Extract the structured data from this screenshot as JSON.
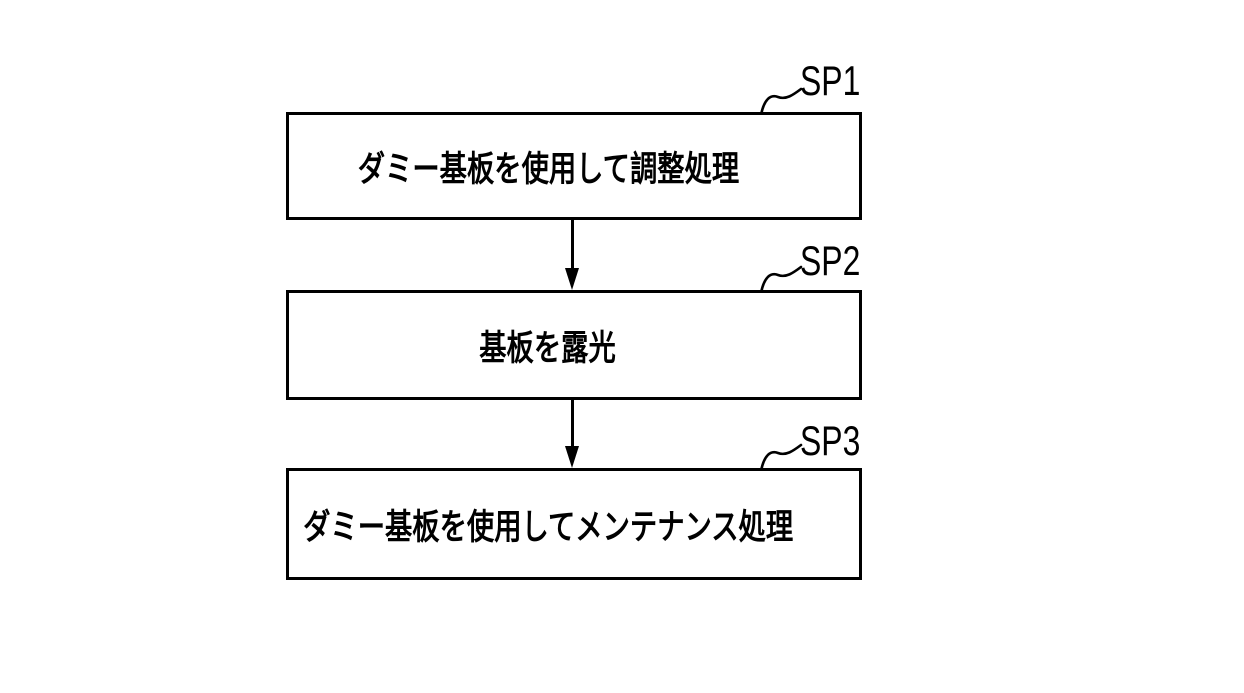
{
  "figure": {
    "type": "flowchart",
    "background_color": "#ffffff",
    "stroke_color": "#000000",
    "steps": [
      {
        "ref": "SP1",
        "label": "ダミー基板を使用して調整処理"
      },
      {
        "ref": "SP2",
        "label": "基板を露光"
      },
      {
        "ref": "SP3",
        "label": "ダミー基板を使用してメンテナンス処理"
      }
    ],
    "connectors": [
      {
        "from": "SP1",
        "to": "SP2",
        "type": "down-arrow"
      },
      {
        "from": "SP2",
        "to": "SP3",
        "type": "down-arrow"
      }
    ]
  }
}
